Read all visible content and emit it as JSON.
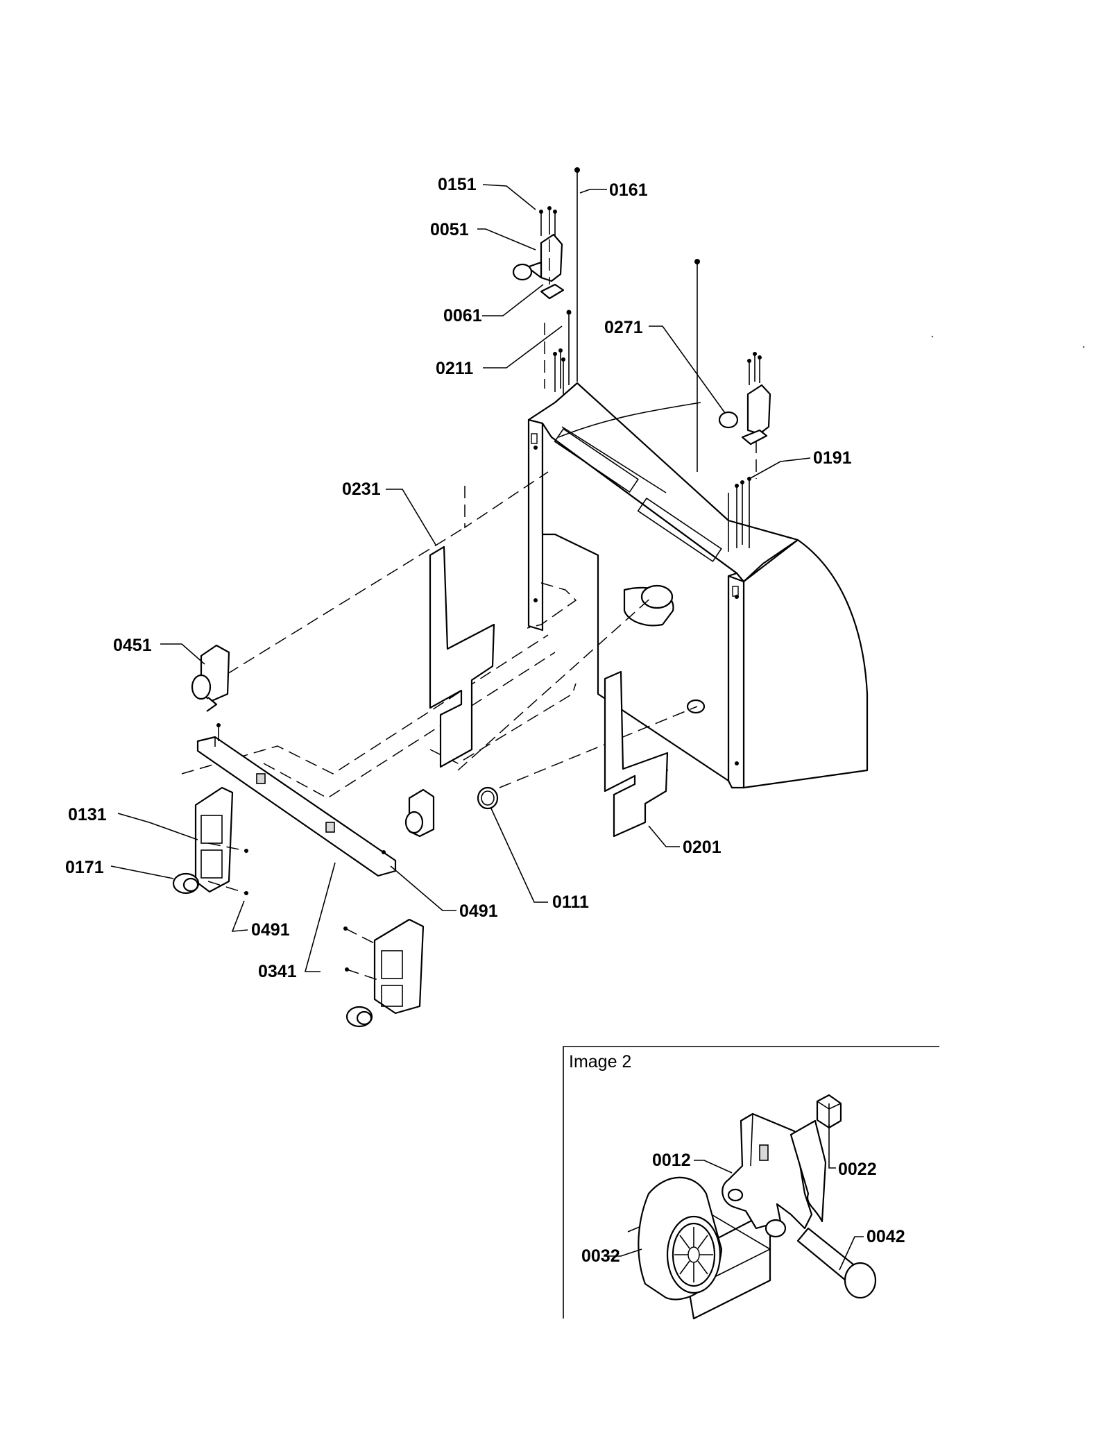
{
  "callouts": {
    "c0151": "0151",
    "c0161": "0161",
    "c0051": "0051",
    "c0061": "0061",
    "c0271": "0271",
    "c0211": "0211",
    "c0191": "0191",
    "c0231": "0231",
    "c0451": "0451",
    "c0131": "0131",
    "c0171": "0171",
    "c0491a": "0491",
    "c0491b": "0491",
    "c0341": "0341",
    "c0111": "0111",
    "c0201": "0201"
  },
  "inset": {
    "title": "Image 2",
    "c0012": "0012",
    "c0022": "0022",
    "c0042": "0042",
    "c0032": "0032"
  }
}
